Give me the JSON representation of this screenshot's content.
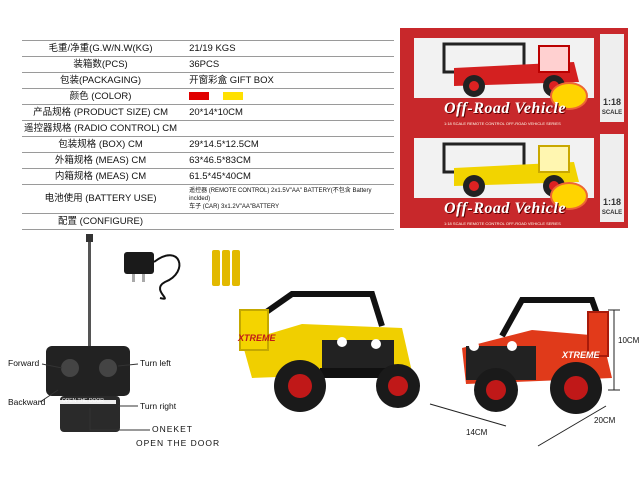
{
  "spec": {
    "rows": [
      {
        "label": "毛重/净重(G.W/N.W(KG)",
        "value": "21/19  KGS"
      },
      {
        "label": "装箱数(PCS)",
        "value": "36PCS"
      },
      {
        "label": "包装(PACKAGING)",
        "value": "开窗彩盒 GIFT BOX"
      },
      {
        "label": "颜色 (COLOR)",
        "value": ""
      },
      {
        "label": "产品规格 (PRODUCT SIZE) CM",
        "value": "20*14*10CM"
      },
      {
        "label": "遥控器规格 (RADIO CONTROL) CM",
        "value": ""
      },
      {
        "label": "包装规格 (BOX) CM",
        "value": "29*14.5*12.5CM"
      },
      {
        "label": "外箱规格 (MEAS) CM",
        "value": "63*46.5*83CM"
      },
      {
        "label": "内箱规格 (MEAS) CM",
        "value": "61.5*45*40CM"
      },
      {
        "label": "电池使用 (BATTERY USE)",
        "value": ""
      },
      {
        "label": "配置 (CONFIGURE)",
        "value": ""
      }
    ],
    "battery_line1": "遥控器 (REMOTE CONTROL) 2x1.5V\"AA\" BATTERY(不包含 Battery inclded)",
    "battery_line2": "车子 (CAR) 3x1.2V\"AA\"BATTERY",
    "colors": [
      "#e00000",
      "#ffe000"
    ]
  },
  "box": {
    "brand": "Off-Road Vehicle",
    "scale": "1:18",
    "scale_word": "SCALE",
    "strip": "1:18 SCALE REMOTE CONTROL OFF-ROAD VEHICLE SERIES"
  },
  "remote": {
    "forward": "Forward",
    "backward": "Backward",
    "turn_left": "Turn left",
    "turn_right": "Turn right",
    "door_key_line1": "ONEKET",
    "door_key_line2": "OPEN THE DOOR",
    "panel_text": "OPEN THE DOOR"
  },
  "car": {
    "decal": "XTREME"
  },
  "dimensions": {
    "height": "10CM",
    "length": "20CM",
    "width": "14CM"
  }
}
